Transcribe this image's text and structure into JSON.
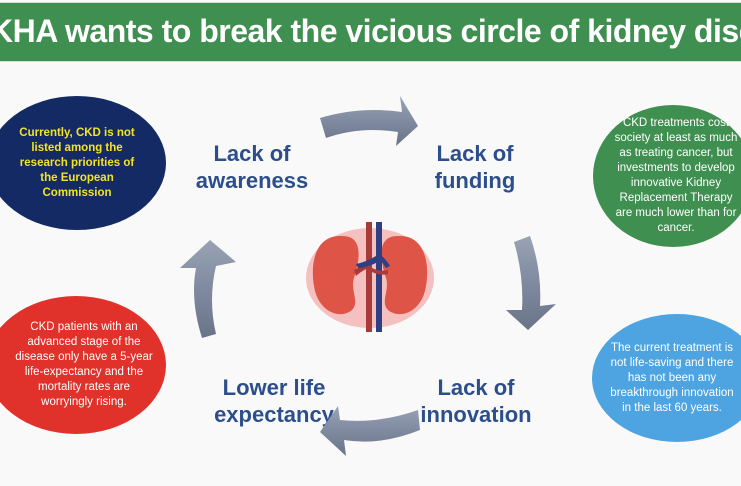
{
  "header": {
    "title": "KHA wants to break the vicious circle of kidney disease"
  },
  "cycle": {
    "stages": [
      {
        "label": "Lack of awareness"
      },
      {
        "label": "Lack of funding"
      },
      {
        "label": "Lack of innovation"
      },
      {
        "label": "Lower life expectancy"
      }
    ],
    "arrow_color": "#7a8599",
    "label_color": "#2c4f8c"
  },
  "bubbles": {
    "awareness": {
      "text": "Currently, CKD is not listed among the research priorities of the European Commission",
      "color": "#132a64"
    },
    "funding": {
      "text": "CKD treatments cost society at least as much as treating cancer, but investments to develop innovative Kidney Replacement Therapy are much lower than for cancer.",
      "color": "#3f8f50"
    },
    "innovation": {
      "text": "The current treatment is not life-saving and there has not been any breakthrough innovation in the last 60 years.",
      "color": "#4da4e1"
    },
    "life_expectancy": {
      "text": "CKD patients with an advanced stage of the disease only have a 5-year life-expectancy and the mortality rates are worryingly rising.",
      "color": "#e0322b"
    }
  },
  "center_image": {
    "icon": "kidneys-icon"
  }
}
